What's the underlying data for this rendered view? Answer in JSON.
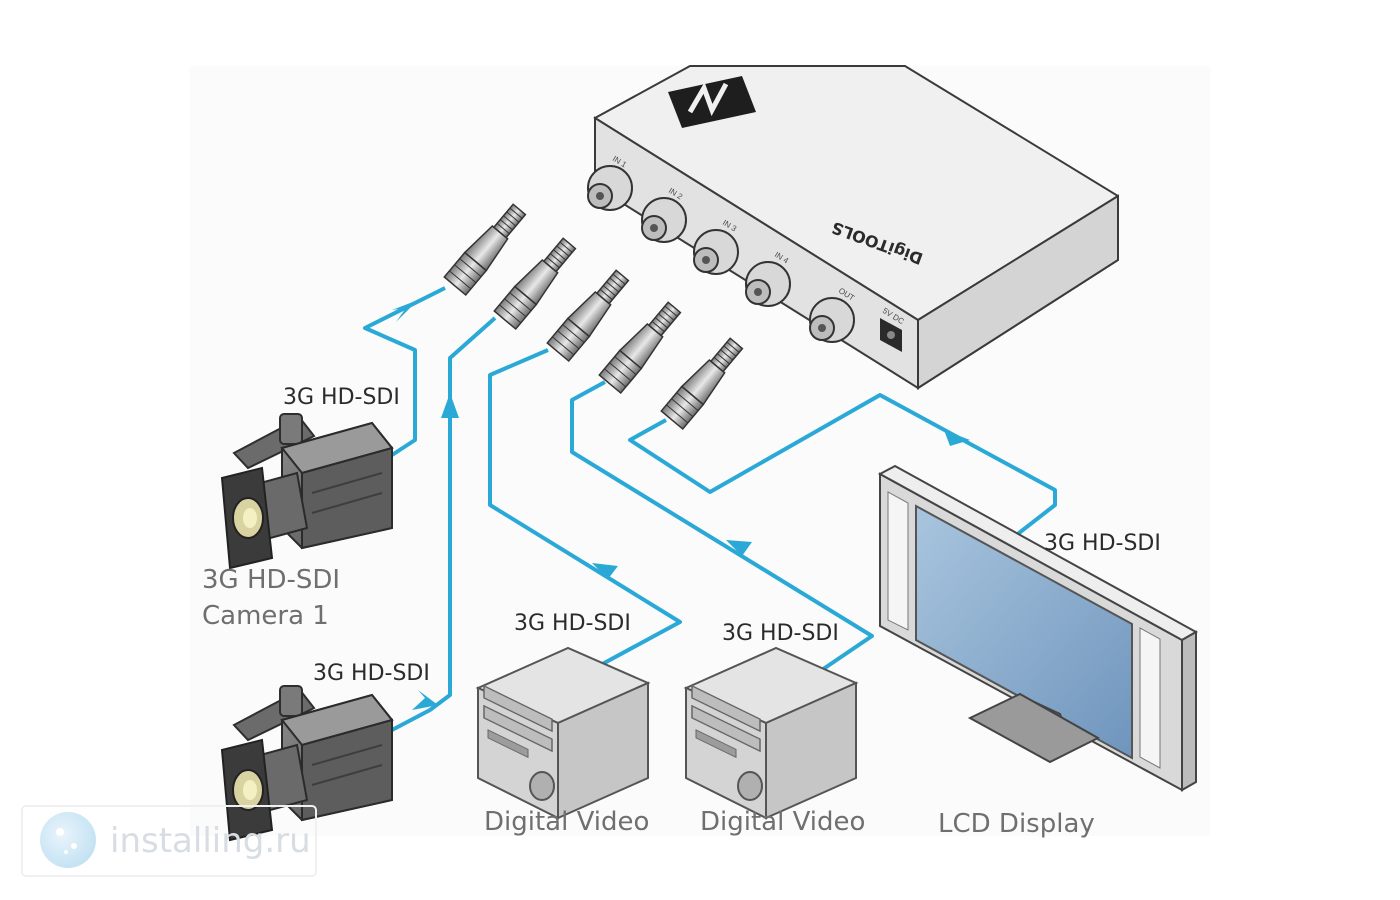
{
  "diagram": {
    "device": {
      "brand_text": "DigiTOOLS",
      "ports": [
        "IN 1",
        "IN 2",
        "IN 3",
        "IN 4",
        "OUT"
      ],
      "power_label": "5V DC"
    },
    "cable_labels": {
      "camera1": "3G HD-SDI",
      "camera2": "3G HD-SDI",
      "recorder1": "3G HD-SDI",
      "recorder2": "3G HD-SDI",
      "display": "3G HD-SDI"
    },
    "sources": {
      "camera1_line1": "3G HD-SDI",
      "camera1_line2": "Camera 1",
      "recorder1": "Digital Video",
      "recorder2": "Digital Video"
    },
    "display_label": "LCD Display",
    "colors": {
      "cable": "#2aa9d6",
      "device_top": "#efefef",
      "device_front": "#e3e3e3"
    }
  },
  "watermark": {
    "text": "installing.ru",
    "icon": "planet-logo-icon"
  }
}
